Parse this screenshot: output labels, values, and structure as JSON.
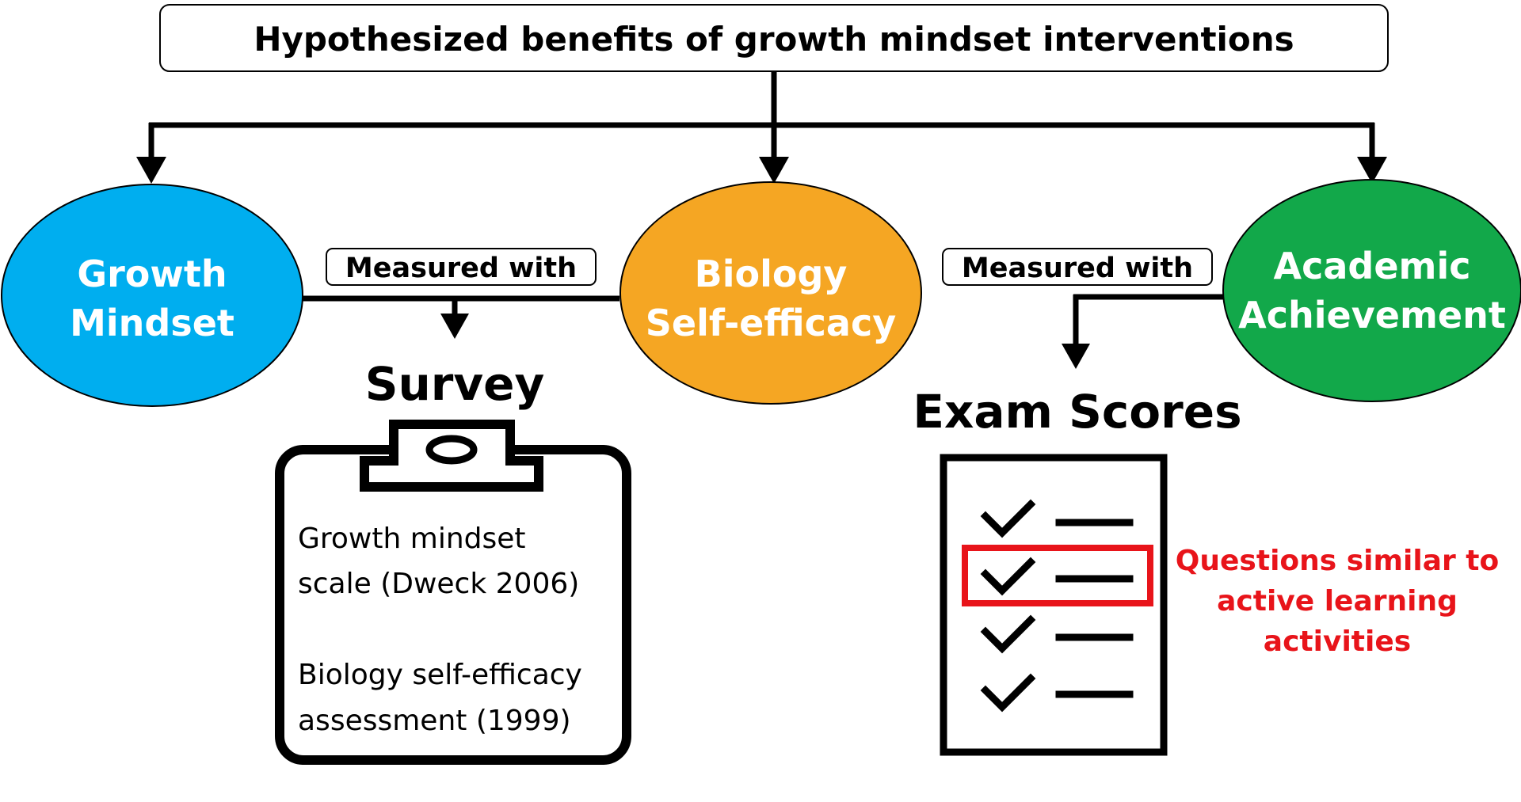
{
  "title": "Hypothesized benefits of growth mindset interventions",
  "nodes": {
    "growth_mindset": {
      "line1": "Growth",
      "line2": "Mindset",
      "color": "#00AEEF"
    },
    "self_efficacy": {
      "line1": "Biology",
      "line2": "Self-efficacy",
      "color": "#F5A623"
    },
    "achievement": {
      "line1": "Academic",
      "line2": "Achievement",
      "color": "#12A84A"
    }
  },
  "measured_left": "Measured with",
  "measured_right": "Measured with",
  "survey": {
    "heading": "Survey",
    "items": [
      {
        "line1": "Growth mindset",
        "line2": "scale (Dweck 2006)"
      },
      {
        "line1": "Biology self-efficacy",
        "line2": "assessment (1999)"
      }
    ]
  },
  "exam": {
    "heading": "Exam Scores",
    "highlight_color": "#E8141A",
    "note": {
      "line1": "Questions similar to",
      "line2": "active learning",
      "line3": "activities"
    }
  },
  "icons": {
    "survey": "clipboard-icon",
    "exam": "checklist-document-icon",
    "check": "checkmark-icon"
  }
}
